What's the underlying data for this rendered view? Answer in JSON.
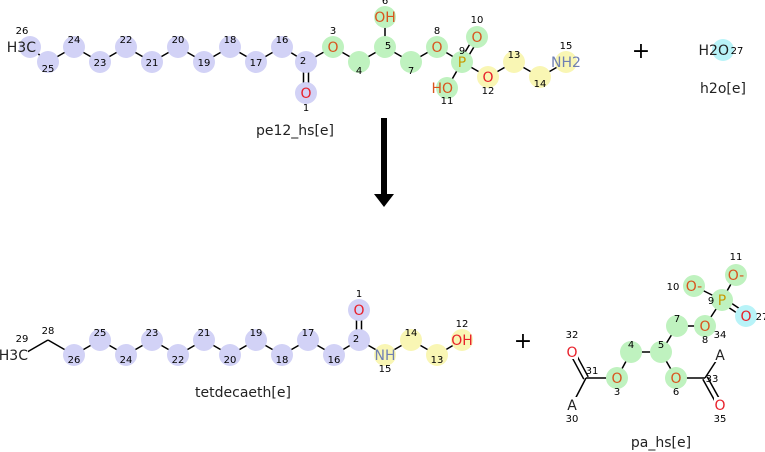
{
  "colors": {
    "group_blue": "#d2d2f6",
    "group_green": "#bff2bf",
    "group_yellow": "#f9f6b4",
    "group_cyan": "#b8f3f8",
    "oxygen": "#e8202a",
    "oxygen_in_green": "#d9541e",
    "phosphorus": "#c79a00",
    "nitrogen": "#6f7fb3",
    "bond": "#000000"
  },
  "symbols": {
    "plus": "+",
    "arrow": "reaction-arrow"
  },
  "molecules": [
    {
      "name": "pe12_hs[e]",
      "atoms": [
        {
          "num": "26",
          "label": "H3C",
          "group": "blue"
        },
        {
          "num": "25",
          "label": "",
          "group": "blue"
        },
        {
          "num": "24",
          "label": "",
          "group": "blue"
        },
        {
          "num": "23",
          "label": "",
          "group": "blue"
        },
        {
          "num": "22",
          "label": "",
          "group": "blue"
        },
        {
          "num": "21",
          "label": "",
          "group": "blue"
        },
        {
          "num": "20",
          "label": "",
          "group": "blue"
        },
        {
          "num": "19",
          "label": "",
          "group": "blue"
        },
        {
          "num": "18",
          "label": "",
          "group": "blue"
        },
        {
          "num": "17",
          "label": "",
          "group": "blue"
        },
        {
          "num": "16",
          "label": "",
          "group": "blue"
        },
        {
          "num": "2",
          "label": "",
          "group": "blue"
        },
        {
          "num": "1",
          "label": "O",
          "group": "blue"
        },
        {
          "num": "3",
          "label": "O",
          "group": "green"
        },
        {
          "num": "4",
          "label": "",
          "group": "green"
        },
        {
          "num": "5",
          "label": "",
          "group": "green"
        },
        {
          "num": "6",
          "label": "OH",
          "group": "green"
        },
        {
          "num": "7",
          "label": "",
          "group": "green"
        },
        {
          "num": "8",
          "label": "O",
          "group": "green"
        },
        {
          "num": "9",
          "label": "P",
          "group": "green"
        },
        {
          "num": "10",
          "label": "O",
          "group": "green"
        },
        {
          "num": "11",
          "label": "HO",
          "group": "green"
        },
        {
          "num": "12",
          "label": "O",
          "group": "yellow"
        },
        {
          "num": "13",
          "label": "",
          "group": "yellow"
        },
        {
          "num": "14",
          "label": "",
          "group": "yellow"
        },
        {
          "num": "15",
          "label": "NH2",
          "group": "yellow"
        }
      ]
    },
    {
      "name": "h2o[e]",
      "atoms": [
        {
          "num": "27",
          "label": "H2O",
          "group": "cyan"
        }
      ]
    },
    {
      "name": "tetdecaeth[e]",
      "atoms": [
        {
          "num": "29",
          "label": "H3C",
          "group": ""
        },
        {
          "num": "28",
          "label": "",
          "group": ""
        },
        {
          "num": "26",
          "label": "",
          "group": "blue"
        },
        {
          "num": "25",
          "label": "",
          "group": "blue"
        },
        {
          "num": "24",
          "label": "",
          "group": "blue"
        },
        {
          "num": "23",
          "label": "",
          "group": "blue"
        },
        {
          "num": "22",
          "label": "",
          "group": "blue"
        },
        {
          "num": "21",
          "label": "",
          "group": "blue"
        },
        {
          "num": "20",
          "label": "",
          "group": "blue"
        },
        {
          "num": "19",
          "label": "",
          "group": "blue"
        },
        {
          "num": "18",
          "label": "",
          "group": "blue"
        },
        {
          "num": "17",
          "label": "",
          "group": "blue"
        },
        {
          "num": "16",
          "label": "",
          "group": "blue"
        },
        {
          "num": "2",
          "label": "",
          "group": "blue"
        },
        {
          "num": "1",
          "label": "O",
          "group": "blue"
        },
        {
          "num": "15",
          "label": "NH",
          "group": "yellow"
        },
        {
          "num": "14",
          "label": "",
          "group": "yellow"
        },
        {
          "num": "13",
          "label": "",
          "group": "yellow"
        },
        {
          "num": "12",
          "label": "OH",
          "group": "yellow"
        }
      ]
    },
    {
      "name": "pa_hs[e]",
      "atoms": [
        {
          "num": "32",
          "label": "O",
          "group": ""
        },
        {
          "num": "31",
          "label": "",
          "group": ""
        },
        {
          "num": "30",
          "label": "A",
          "group": ""
        },
        {
          "num": "3",
          "label": "O",
          "group": "green"
        },
        {
          "num": "4",
          "label": "",
          "group": "green"
        },
        {
          "num": "5",
          "label": "",
          "group": "green"
        },
        {
          "num": "7",
          "label": "",
          "group": "green"
        },
        {
          "num": "8",
          "label": "O",
          "group": "green"
        },
        {
          "num": "9",
          "label": "P",
          "group": "green"
        },
        {
          "num": "10",
          "label": "O-",
          "group": "green"
        },
        {
          "num": "11",
          "label": "O-",
          "group": "green"
        },
        {
          "num": "27",
          "label": "O",
          "group": "cyan"
        },
        {
          "num": "6",
          "label": "O",
          "group": "green"
        },
        {
          "num": "33",
          "label": "",
          "group": ""
        },
        {
          "num": "34",
          "label": "A",
          "group": ""
        },
        {
          "num": "35",
          "label": "O",
          "group": ""
        }
      ]
    }
  ]
}
